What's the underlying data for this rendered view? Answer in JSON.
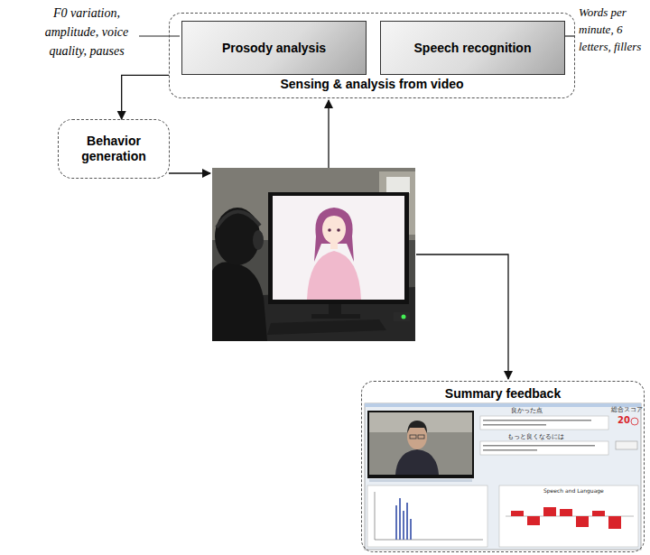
{
  "diagram": {
    "nodes": [
      {
        "text": [
          "Sensing & analysis from video"
        ]
      },
      {
        "text": [
          "Prosody analysis"
        ],
        "in": 0
      },
      {
        "text": [
          "Speech recognition"
        ],
        "in": 0
      },
      {
        "text": [
          "Behavior generation"
        ]
      },
      {
        "text": [
          "Summary feedback"
        ]
      }
    ],
    "edges": [
      {
        "from": 0,
        "to": 3,
        "arrow": "to"
      }
    ],
    "labels": [
      "F0 variation, amplitude, voice quality, pauses",
      "Words per minute, 6 letters, fillers",
      "良かった点",
      "もっと良くなるには",
      "総合スコア",
      "20",
      "Speech and Language"
    ]
  }
}
